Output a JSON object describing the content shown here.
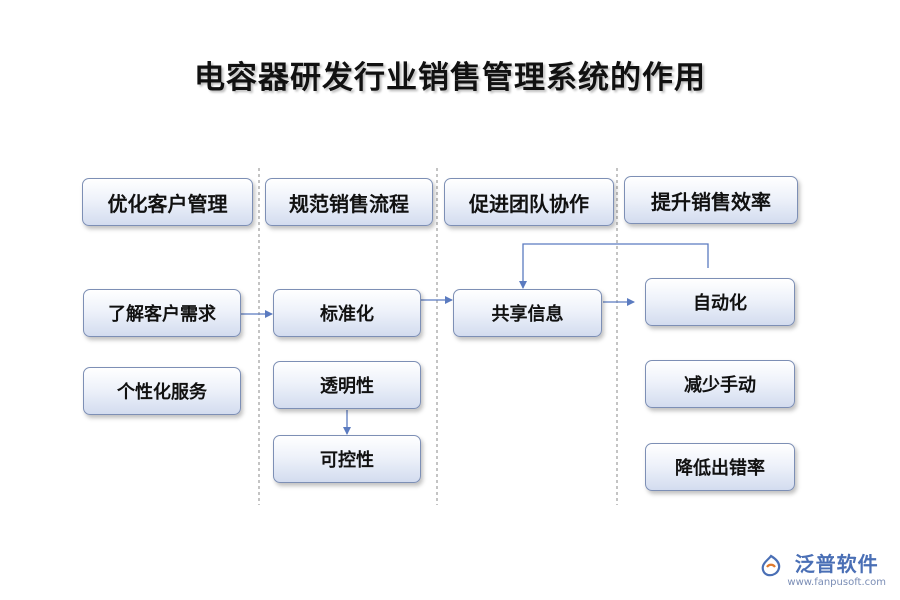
{
  "title": "电容器研发行业销售管理系统的作用",
  "columns": [
    {
      "header": "优化客户管理",
      "items": [
        "了解客户需求",
        "个性化服务"
      ]
    },
    {
      "header": "规范销售流程",
      "items": [
        "标准化",
        "透明性",
        "可控性"
      ]
    },
    {
      "header": "促进团队协作",
      "items": [
        "共享信息"
      ]
    },
    {
      "header": "提升销售效率",
      "items": [
        "自动化",
        "减少手动",
        "降低出错率"
      ]
    }
  ],
  "logo": {
    "name": "泛普软件",
    "url": "www.fanpusoft.com",
    "icon": "fanpu-logo-icon"
  },
  "colors": {
    "line": "#5b7bc0",
    "border": "#7d8fb5",
    "divider": "#888888"
  }
}
